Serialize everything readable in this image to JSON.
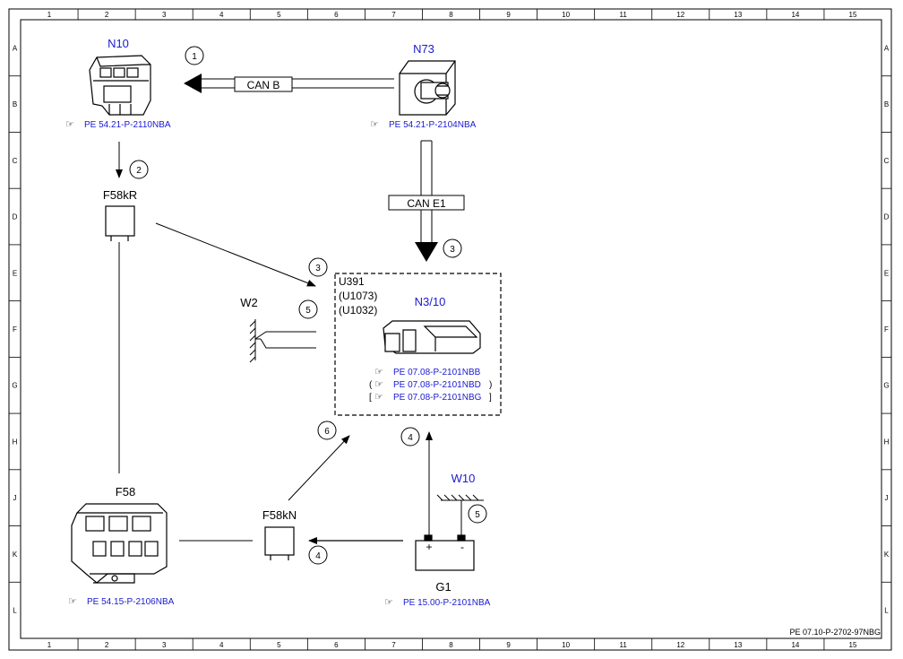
{
  "grid": {
    "columns": [
      "1",
      "2",
      "3",
      "4",
      "5",
      "6",
      "7",
      "8",
      "9",
      "10",
      "11",
      "12",
      "13",
      "14",
      "15"
    ],
    "rows": [
      "A",
      "B",
      "C",
      "D",
      "E",
      "F",
      "G",
      "H",
      "J",
      "K",
      "L"
    ]
  },
  "components": {
    "n10": {
      "label": "N10",
      "ref": "PE 54.21-P-2110NBA"
    },
    "n73": {
      "label": "N73",
      "ref": "PE 54.21-P-2104NBA"
    },
    "f58kr": {
      "label": "F58kR"
    },
    "f58": {
      "label": "F58",
      "ref": "PE 54.15-P-2106NBA"
    },
    "f58kn": {
      "label": "F58kN"
    },
    "w2": {
      "label": "W2"
    },
    "w10": {
      "label": "W10"
    },
    "g1": {
      "label": "G1",
      "ref": "PE 15.00-P-2101NBA",
      "plus": "+",
      "minus": "-"
    },
    "n3_10": {
      "label": "N3/10",
      "codes": [
        "U391",
        "(U1073)",
        "(U1032)"
      ],
      "refs": [
        "PE 07.08-P-2101NBB",
        "PE 07.08-P-2101NBD",
        "PE 07.08-P-2101NBG"
      ],
      "ref_prefixes": [
        "",
        "(",
        "["
      ],
      "ref_suffixes": [
        "",
        ")",
        "]"
      ]
    }
  },
  "buses": {
    "can_b": "CAN B",
    "can_e1": "CAN E1"
  },
  "steps": {
    "s1": "1",
    "s2": "2",
    "s3a": "3",
    "s3b": "3",
    "s4a": "4",
    "s4b": "4",
    "s5a": "5",
    "s5b": "5",
    "s6": "6"
  },
  "ref_icon": "☞",
  "footer_code": "PE 07.10-P-2702-97NBG"
}
